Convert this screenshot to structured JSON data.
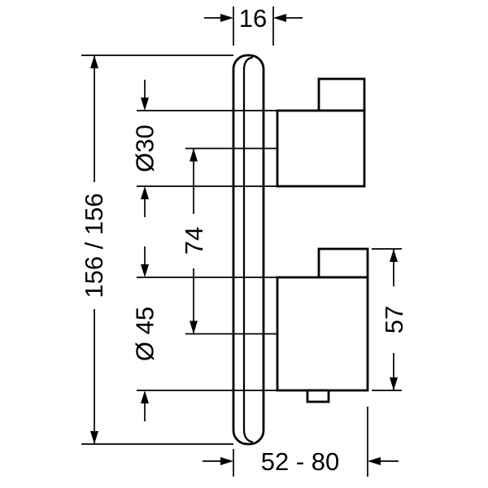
{
  "drawing": {
    "background_color": "#ffffff",
    "line_color": "#000000",
    "labels": {
      "plate_depth": "16",
      "plate_height": "156 / 156",
      "top_knob_diameter": "Ø30",
      "knob_center_distance": "74",
      "bottom_knob_diameter": "Ø 45",
      "bottom_handle_height": "57",
      "installation_depth_range": "52 - 80"
    }
  }
}
